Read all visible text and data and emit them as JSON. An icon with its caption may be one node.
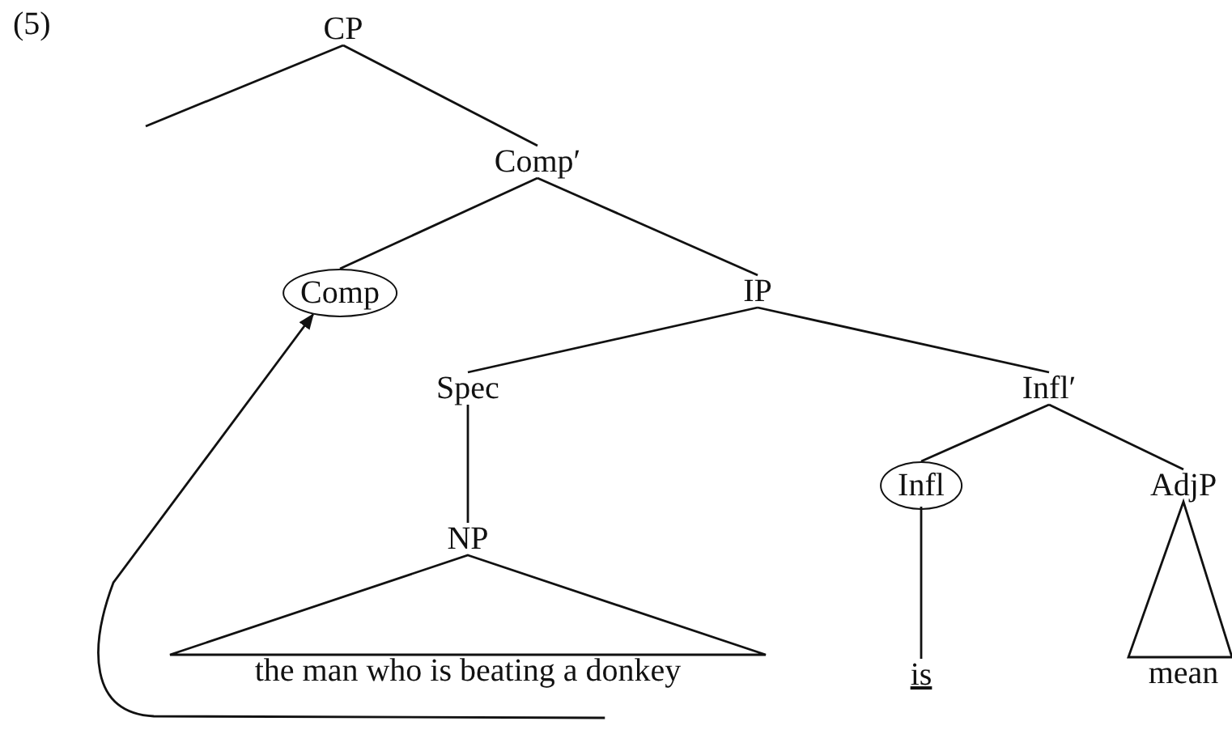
{
  "diagram": {
    "nodes": [
      {
        "text": [
          "CP"
        ]
      },
      {
        "text": [
          "Comp′"
        ]
      },
      {
        "text": [
          "Comp"
        ]
      },
      {
        "text": [
          "IP"
        ]
      },
      {
        "text": [
          "Spec"
        ]
      },
      {
        "text": [
          "NP"
        ]
      },
      {
        "text": [
          "the man who is beating a donkey"
        ]
      },
      {
        "text": [
          "Infl′"
        ]
      },
      {
        "text": [
          "Infl"
        ]
      },
      {
        "text": [
          "AdjP"
        ]
      },
      {
        "text": [
          "is"
        ]
      },
      {
        "text": [
          "mean"
        ]
      }
    ],
    "edges": [
      {
        "from": 0,
        "to": null,
        "arrow": "none"
      },
      {
        "from": 0,
        "to": 1,
        "arrow": "none"
      },
      {
        "from": 1,
        "to": 2,
        "arrow": "none"
      },
      {
        "from": 1,
        "to": 3,
        "arrow": "none"
      },
      {
        "from": 3,
        "to": 4,
        "arrow": "none"
      },
      {
        "from": 3,
        "to": 7,
        "arrow": "none"
      },
      {
        "from": 4,
        "to": 5,
        "arrow": "none"
      },
      {
        "from": 5,
        "to": 6,
        "arrow": "none"
      },
      {
        "from": 7,
        "to": 8,
        "arrow": "none"
      },
      {
        "from": 7,
        "to": 9,
        "arrow": "none"
      },
      {
        "from": 8,
        "to": 10,
        "arrow": "none"
      },
      {
        "from": 9,
        "to": 11,
        "arrow": "none"
      },
      {
        "from": 6,
        "to": 2,
        "arrow": "to"
      }
    ],
    "labels": [
      "(5)"
    ]
  }
}
